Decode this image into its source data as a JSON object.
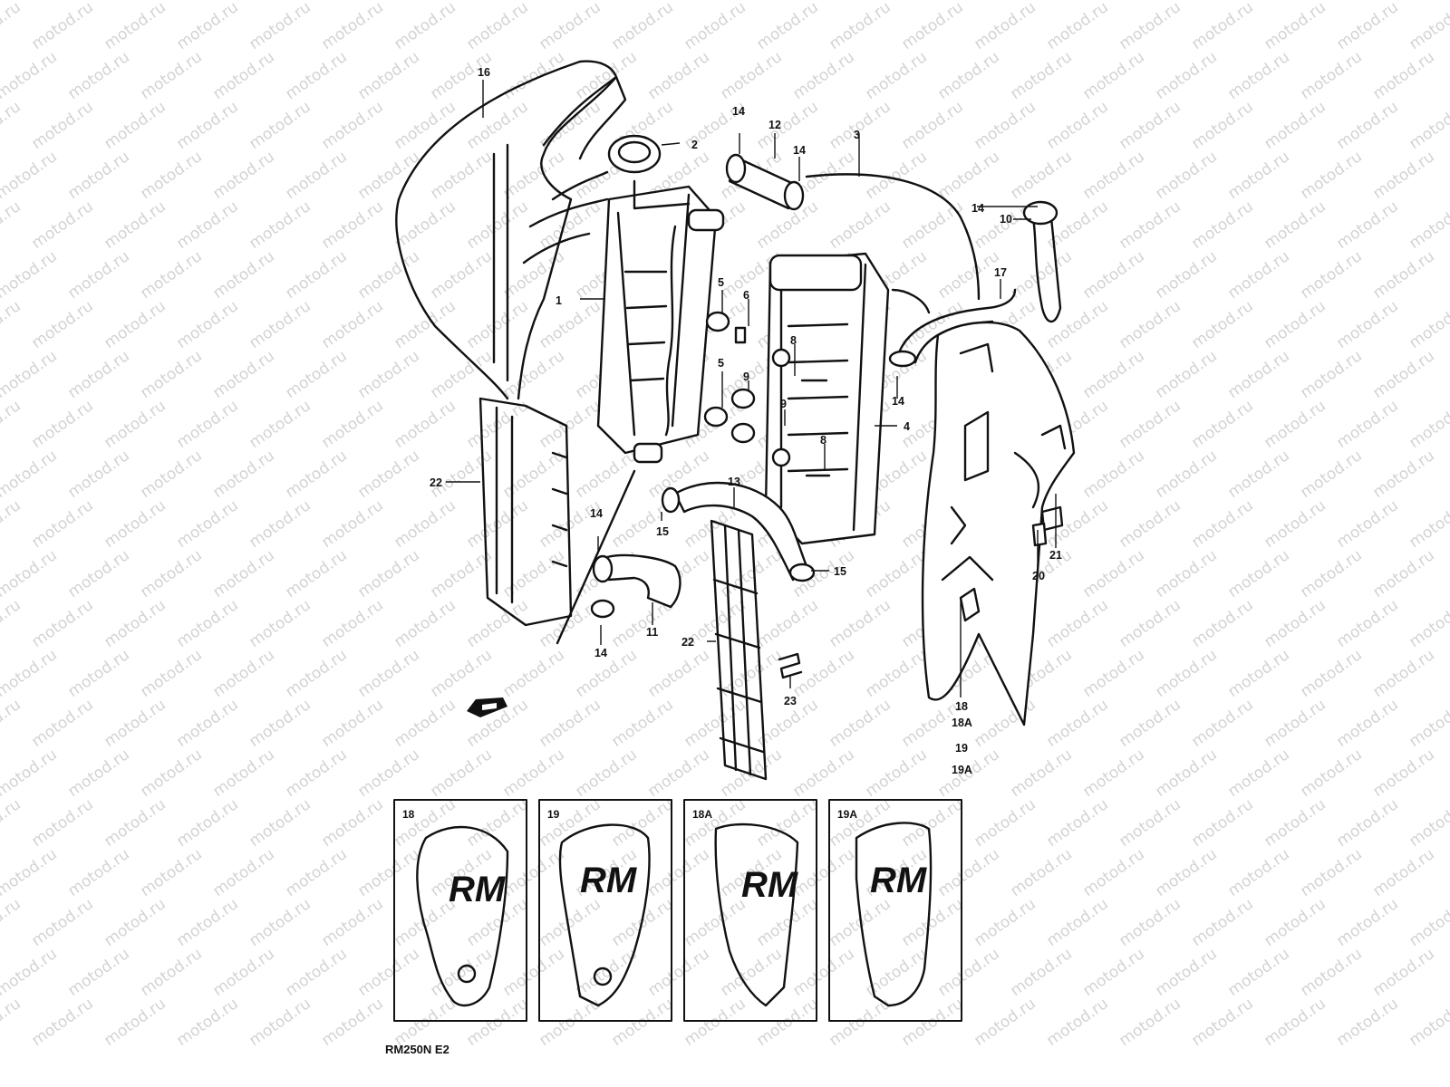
{
  "watermark": "motod.ru",
  "model_code": "RM250N E2",
  "callouts": {
    "c1": "1",
    "c2": "2",
    "c3": "3",
    "c4": "4",
    "c5a": "5",
    "c5b": "5",
    "c6": "6",
    "c8a": "8",
    "c8b": "8",
    "c9a": "9",
    "c9b": "9",
    "c10": "10",
    "c11": "11",
    "c12": "12",
    "c13": "13",
    "c14a": "14",
    "c14b": "14",
    "c14c": "14",
    "c14d": "14",
    "c14e": "14",
    "c14f": "14",
    "c15a": "15",
    "c15b": "15",
    "c16": "16",
    "c17": "17",
    "c18": "18",
    "c18a": "18A",
    "c19": "19",
    "c19a": "19A",
    "c20": "20",
    "c21": "21",
    "c22a": "22",
    "c22b": "22",
    "c23": "23"
  },
  "panels": {
    "p18": "18",
    "p19": "19",
    "p18a": "18A",
    "p19a": "19A",
    "logo": "RM"
  }
}
